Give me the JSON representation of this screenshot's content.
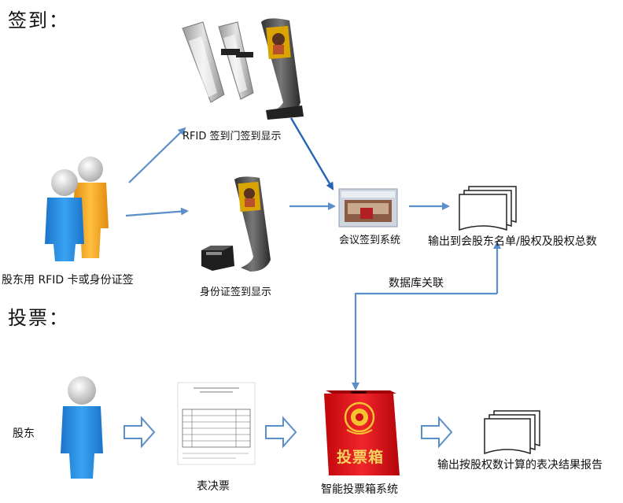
{
  "sections": {
    "signin_heading": "签到：",
    "voting_heading": "投票："
  },
  "signin": {
    "shareholders_label": "股东用 RFID 卡或身份证签",
    "rfid_label": "RFID 签到门签到显示",
    "idcard_label": "身份证签到显示",
    "system_label": "会议签到系统",
    "output_label": "输出到会股东名单/股权及股权总数"
  },
  "link": {
    "db_label": "数据库关联"
  },
  "voting": {
    "shareholder_label": "股东",
    "ballot_label": "表决票",
    "ballot_box_label": "智能投票箱系统",
    "ballot_box_text": "投票箱",
    "output_label": "输出按股权数计算的表决结果报告"
  },
  "colors": {
    "arrow_blue": "#5b8fc9",
    "arrow_dark": "#2463b5",
    "person_blue": "#2b8ee0",
    "person_orange": "#f3a21d",
    "box_red": "#e0161d"
  }
}
